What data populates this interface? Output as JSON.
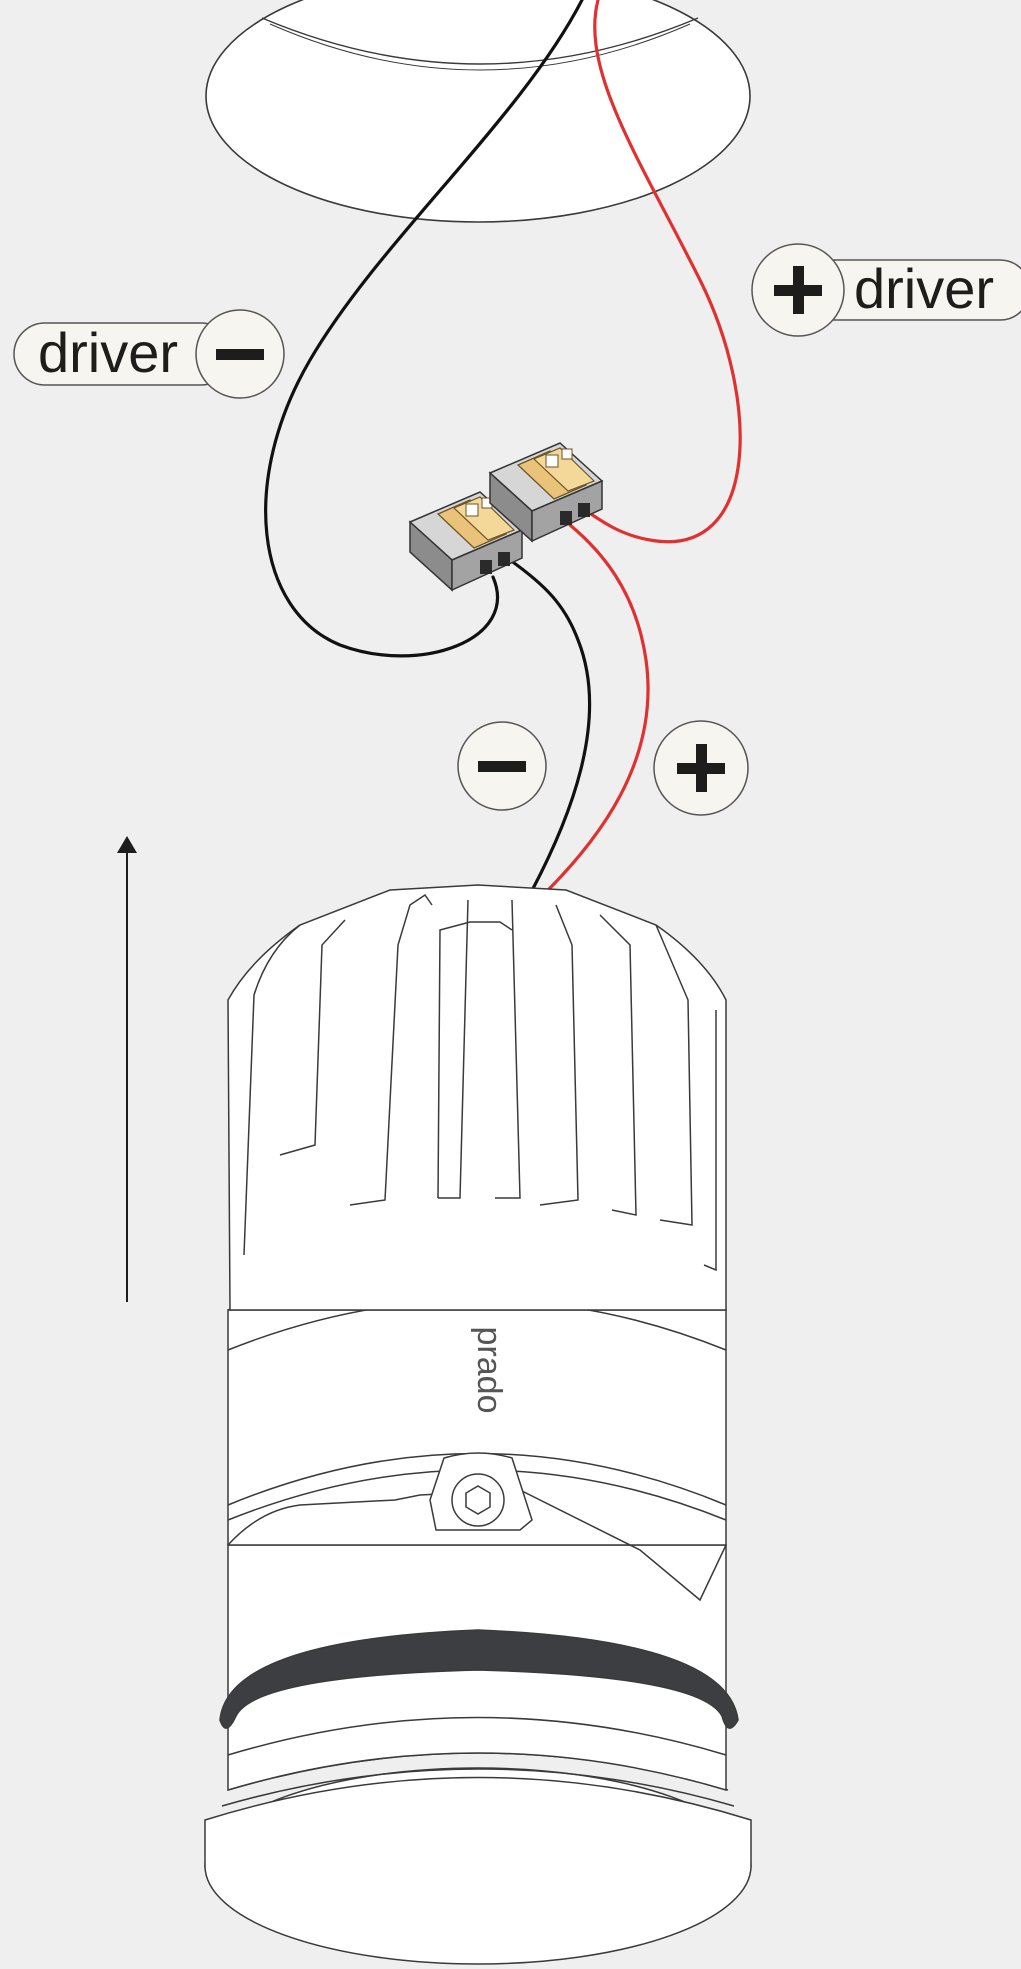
{
  "labels": {
    "driver_negative": "driver",
    "driver_positive": "driver",
    "minus_symbol": "−",
    "plus_symbol": "+"
  },
  "product": {
    "brand": "prado"
  },
  "icons": {
    "minus": "minus-icon",
    "plus": "plus-icon",
    "arrow": "arrow-up-icon",
    "screw": "hex-screw-icon"
  },
  "colors": {
    "background": "#eeefee",
    "positive_wire": "#e03030",
    "negative_wire": "#111111",
    "badge_fill": "#f6f5ef",
    "connector_body": "#8c8c8c",
    "connector_lever": "#e9c37a",
    "gasket": "#3c3e41"
  }
}
